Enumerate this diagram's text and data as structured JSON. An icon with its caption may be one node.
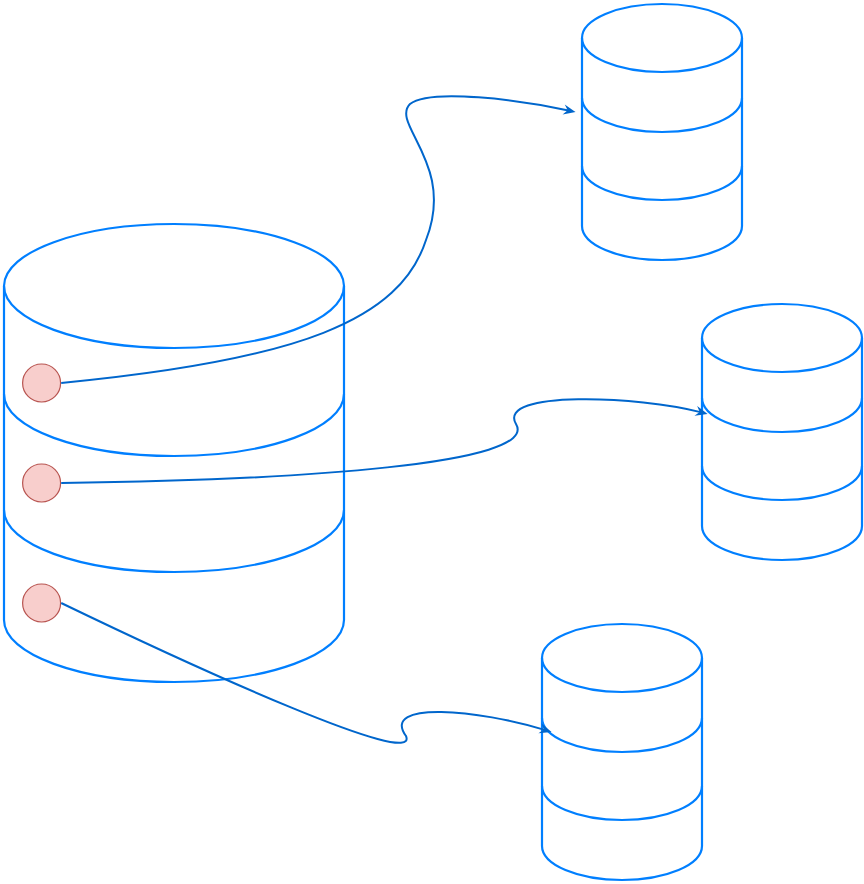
{
  "diagram": {
    "nodes": [
      {
        "text": [],
        "shape": "cylinder"
      },
      {
        "text": [],
        "shape": "circle",
        "in": 0
      },
      {
        "text": [],
        "shape": "circle",
        "in": 0
      },
      {
        "text": [],
        "shape": "circle",
        "in": 0
      },
      {
        "text": [],
        "shape": "cylinder"
      },
      {
        "text": [],
        "shape": "cylinder"
      },
      {
        "text": [],
        "shape": "cylinder"
      }
    ],
    "edges": [
      {
        "from": 1,
        "to": 4,
        "arrow": "to"
      },
      {
        "from": 2,
        "to": 5,
        "arrow": "to"
      },
      {
        "from": 3,
        "to": 6,
        "arrow": "to"
      }
    ]
  }
}
